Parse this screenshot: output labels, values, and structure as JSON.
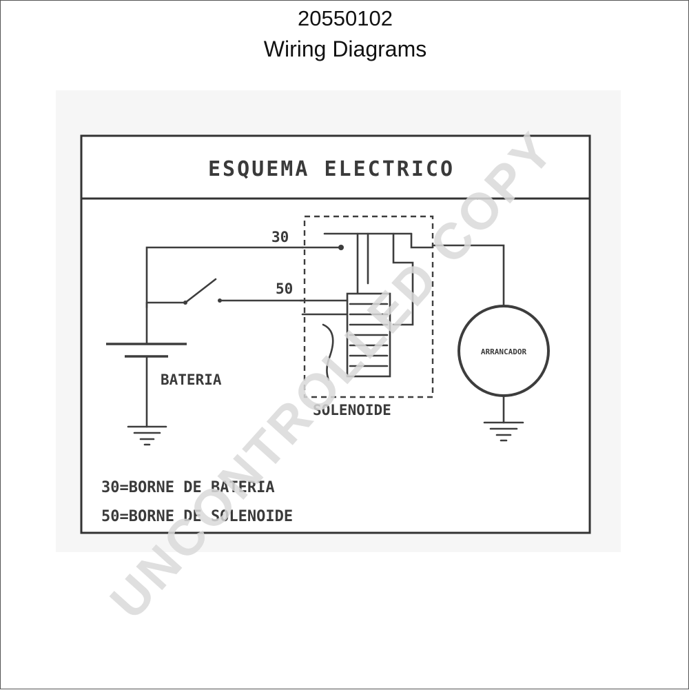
{
  "header": {
    "part_number": "20550102",
    "title": "Wiring Diagrams"
  },
  "diagram": {
    "title": "ESQUEMA ELECTRICO",
    "terminal_30": "30",
    "terminal_50": "50",
    "battery_label": "BATERIA",
    "solenoid_label": "SOLENOIDE",
    "starter_label": "ARRANCADOR",
    "legend": [
      "30=BORNE DE BATERIA",
      "50=BORNE DE SOLENOIDE"
    ]
  },
  "watermark": {
    "text": "UNCONTROLLED COPY",
    "color": "#d9d9d9"
  }
}
